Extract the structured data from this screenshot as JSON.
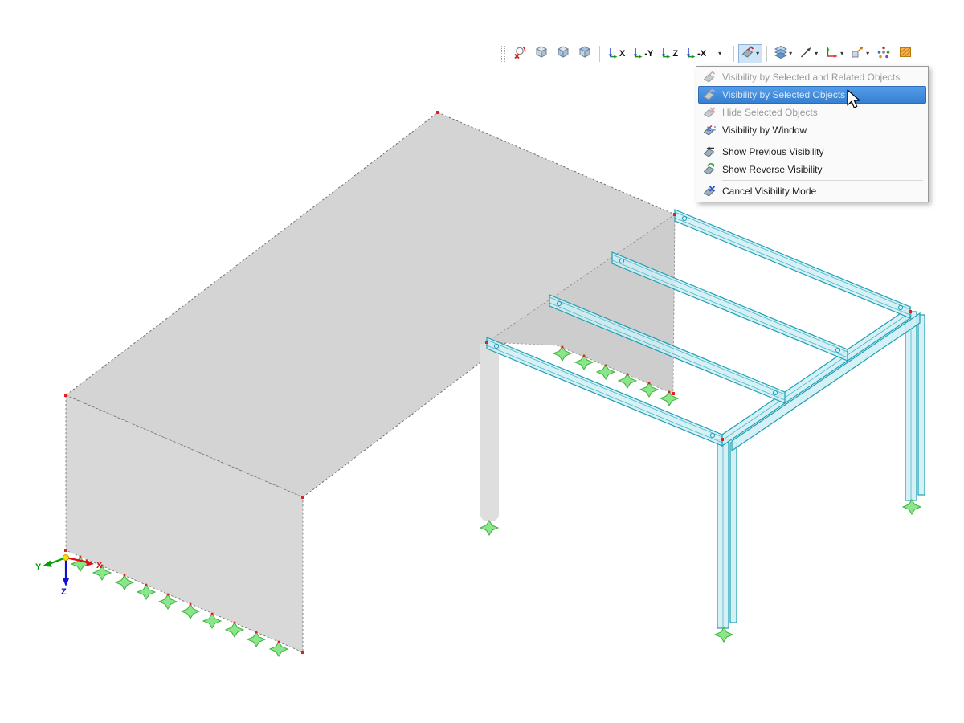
{
  "toolbar": {
    "axis_buttons": [
      {
        "label": "X"
      },
      {
        "label": "-Y"
      },
      {
        "label": "Z"
      },
      {
        "label": "-X"
      }
    ]
  },
  "glyphs": {
    "caret": "▾"
  },
  "menu": {
    "items": [
      {
        "label": "Visibility by Selected and Related Objects",
        "enabled": false,
        "highlighted": false
      },
      {
        "label": "Visibility by Selected Objects",
        "enabled": false,
        "highlighted": true
      },
      {
        "label": "Hide Selected Objects",
        "enabled": false,
        "highlighted": false
      },
      {
        "label": "Visibility by Window",
        "enabled": true,
        "highlighted": false
      },
      {
        "label": "Show Previous Visibility",
        "enabled": true,
        "highlighted": false
      },
      {
        "label": "Show Reverse Visibility",
        "enabled": true,
        "highlighted": false
      },
      {
        "label": "Cancel Visibility Mode",
        "enabled": true,
        "highlighted": false
      }
    ]
  },
  "triad": {
    "x": "X",
    "y": "Y",
    "z": "Z"
  },
  "colors": {
    "highlight_blue": "#3f8edc",
    "steel_stroke": "#1d9fb5",
    "steel_fill": "#cfeef3",
    "support_green": "#89e689",
    "node_red": "#e02020",
    "surface_gray": "#d4d4d4",
    "axis_x": "#dd1111",
    "axis_y": "#00a000",
    "axis_z": "#1111cc",
    "render_orange": "#f7b04a"
  },
  "icons": {
    "toolbar": [
      "zoom-cancel-icon",
      "iso-view-icon",
      "front-view-icon",
      "corner-view-icon",
      "axis-arrows-icon",
      "visibility-mode-icon",
      "display-layers-icon",
      "line-arrow-icon",
      "axes-display-icon",
      "object-view-icon",
      "snap-points-icon",
      "render-fill-icon",
      "caret-down-icon"
    ],
    "menu": [
      "visibility-by-selected-and-related-objects-icon",
      "visibility-by-selected-objects-icon",
      "hide-selected-objects-icon",
      "visibility-by-window-icon",
      "show-previous-visibility-icon",
      "show-reverse-visibility-icon",
      "cancel-visibility-mode-icon"
    ]
  },
  "scene": {
    "surfaces": [
      "roof-slab",
      "front-wall",
      "inner-wall"
    ],
    "steel_members": {
      "purlins": 4,
      "eave_beams": 2,
      "columns": 2
    },
    "supports": {
      "front_row": 10,
      "inner_row": 6,
      "column_bases": 3
    }
  }
}
